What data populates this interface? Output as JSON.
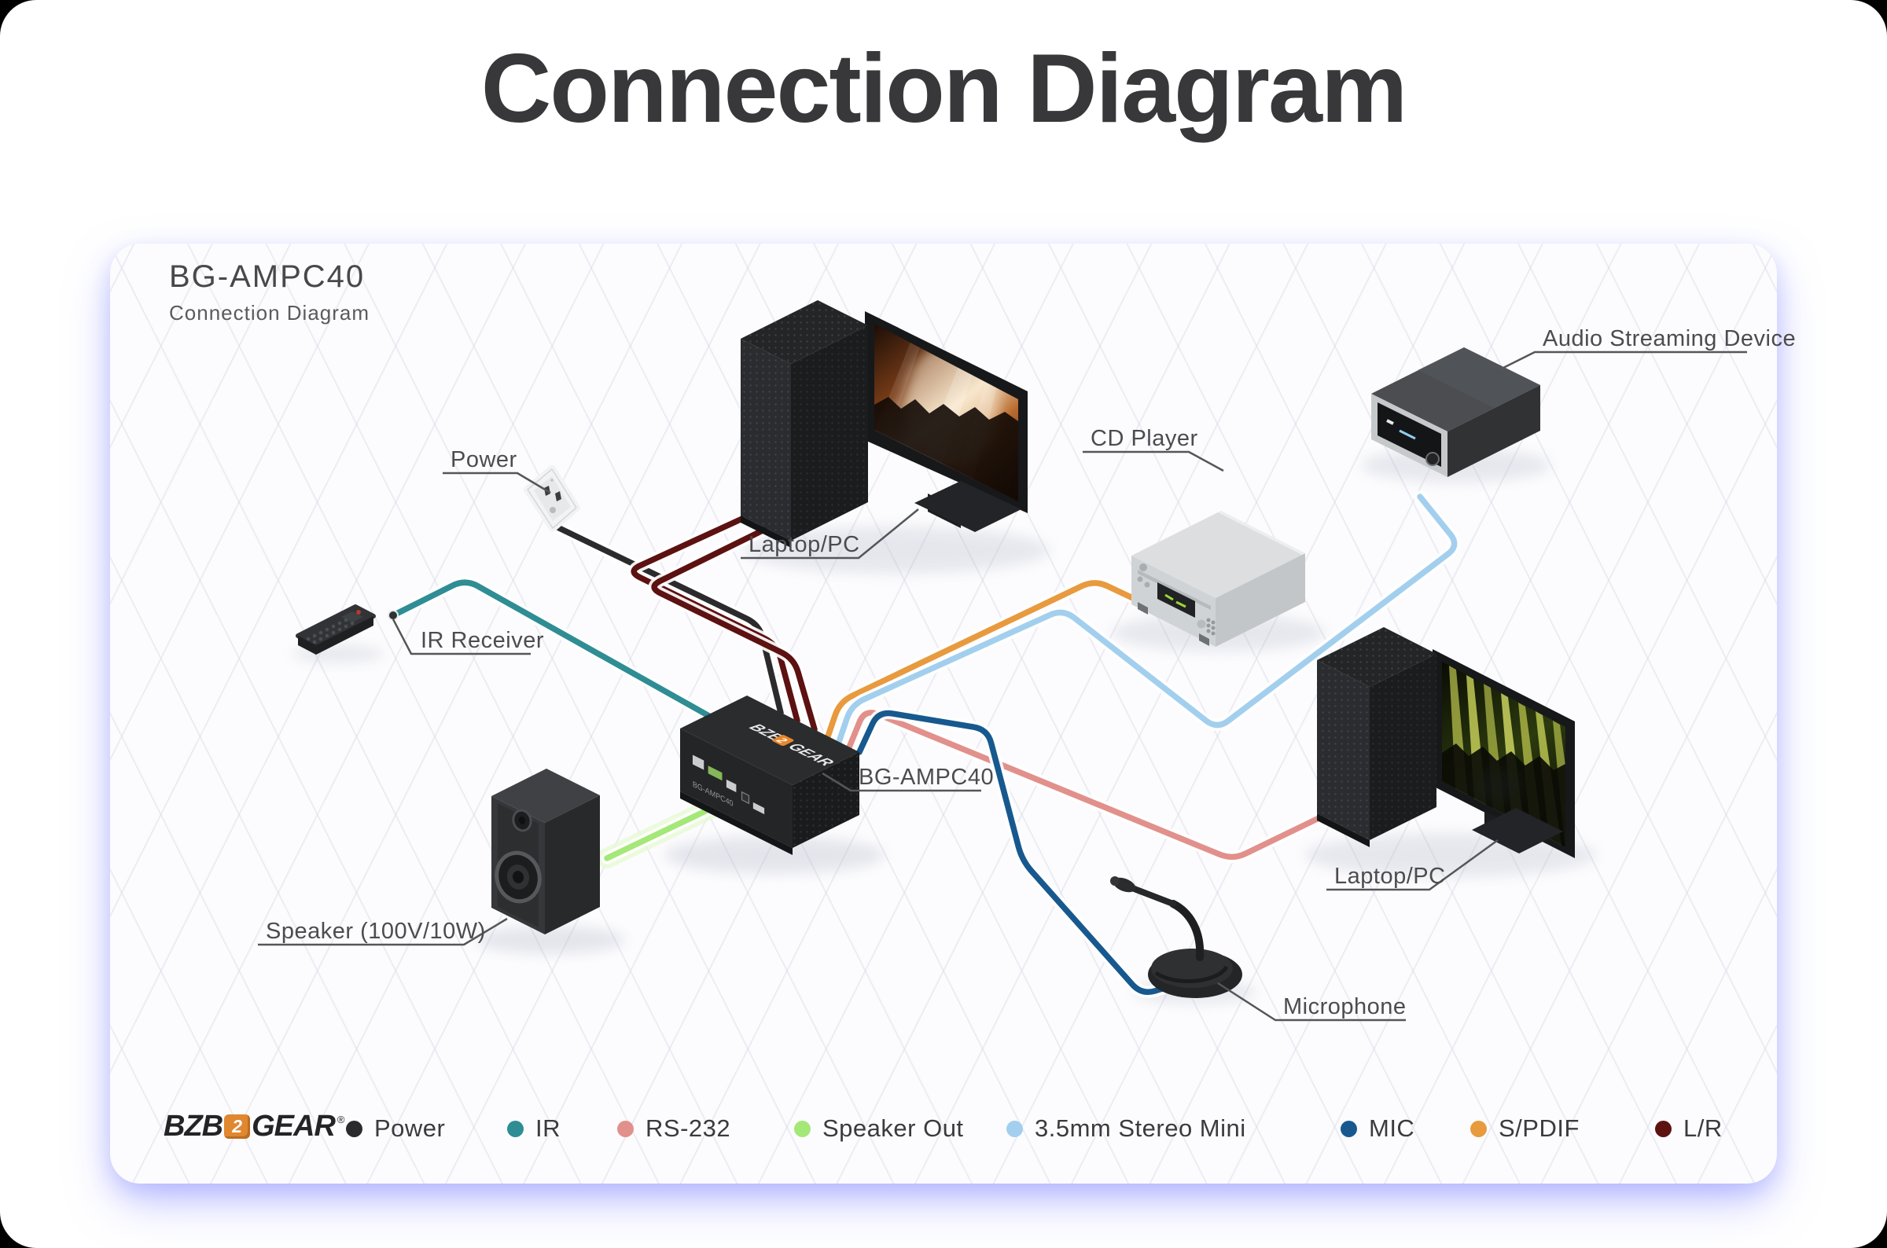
{
  "page": {
    "title": "Connection Diagram"
  },
  "card": {
    "heading": "BG-AMPC40",
    "subheading": "Connection Diagram",
    "brand": {
      "bzb": "BZB",
      "mark": "2",
      "gear": "GEAR",
      "reg": "®"
    },
    "labels": [
      {
        "id": "power",
        "text": "Power"
      },
      {
        "id": "ir-receiver",
        "text": "IR Receiver"
      },
      {
        "id": "laptop-pc-top",
        "text": "Laptop/PC"
      },
      {
        "id": "cd-player",
        "text": "CD Player"
      },
      {
        "id": "audio-streaming-device",
        "text": "Audio Streaming Device"
      },
      {
        "id": "bg-ampc40",
        "text": "BG-AMPC40"
      },
      {
        "id": "speaker",
        "text": "Speaker (100V/10W)"
      },
      {
        "id": "microphone",
        "text": "Microphone"
      },
      {
        "id": "laptop-pc-bottom",
        "text": "Laptop/PC"
      }
    ],
    "legend": {
      "items": [
        {
          "label": "Power",
          "color": "#2b2b2d"
        },
        {
          "label": "IR",
          "color": "#2f8d94"
        },
        {
          "label": "RS-232",
          "color": "#e2908c"
        },
        {
          "label": "Speaker Out",
          "color": "#a4e878"
        },
        {
          "label": "3.5mm Stereo Mini",
          "color": "#a3cfee"
        },
        {
          "label": "MIC",
          "color": "#17598f"
        },
        {
          "label": "S/PDIF",
          "color": "#e89a3e"
        },
        {
          "label": "L/R",
          "color": "#5d1111"
        }
      ]
    },
    "connections": [
      {
        "id": "power",
        "from": "power-outlet",
        "to": "bg-ampc40",
        "type": "Power"
      },
      {
        "id": "lr-1",
        "from": "laptop-pc-top",
        "to": "bg-ampc40",
        "type": "L/R"
      },
      {
        "id": "lr-2",
        "from": "laptop-pc-top",
        "to": "bg-ampc40",
        "type": "L/R"
      },
      {
        "id": "ir",
        "from": "ir-receiver",
        "to": "bg-ampc40",
        "type": "IR"
      },
      {
        "id": "speaker-out",
        "from": "bg-ampc40",
        "to": "speaker",
        "type": "Speaker Out"
      },
      {
        "id": "spdif",
        "from": "cd-player",
        "to": "bg-ampc40",
        "type": "S/PDIF"
      },
      {
        "id": "stereo-mini",
        "from": "audio-streaming-device",
        "to": "bg-ampc40",
        "type": "3.5mm Stereo Mini"
      },
      {
        "id": "rs232",
        "from": "laptop-pc-bottom",
        "to": "bg-ampc40",
        "type": "RS-232"
      },
      {
        "id": "mic",
        "from": "microphone",
        "to": "bg-ampc40",
        "type": "MIC"
      }
    ]
  }
}
